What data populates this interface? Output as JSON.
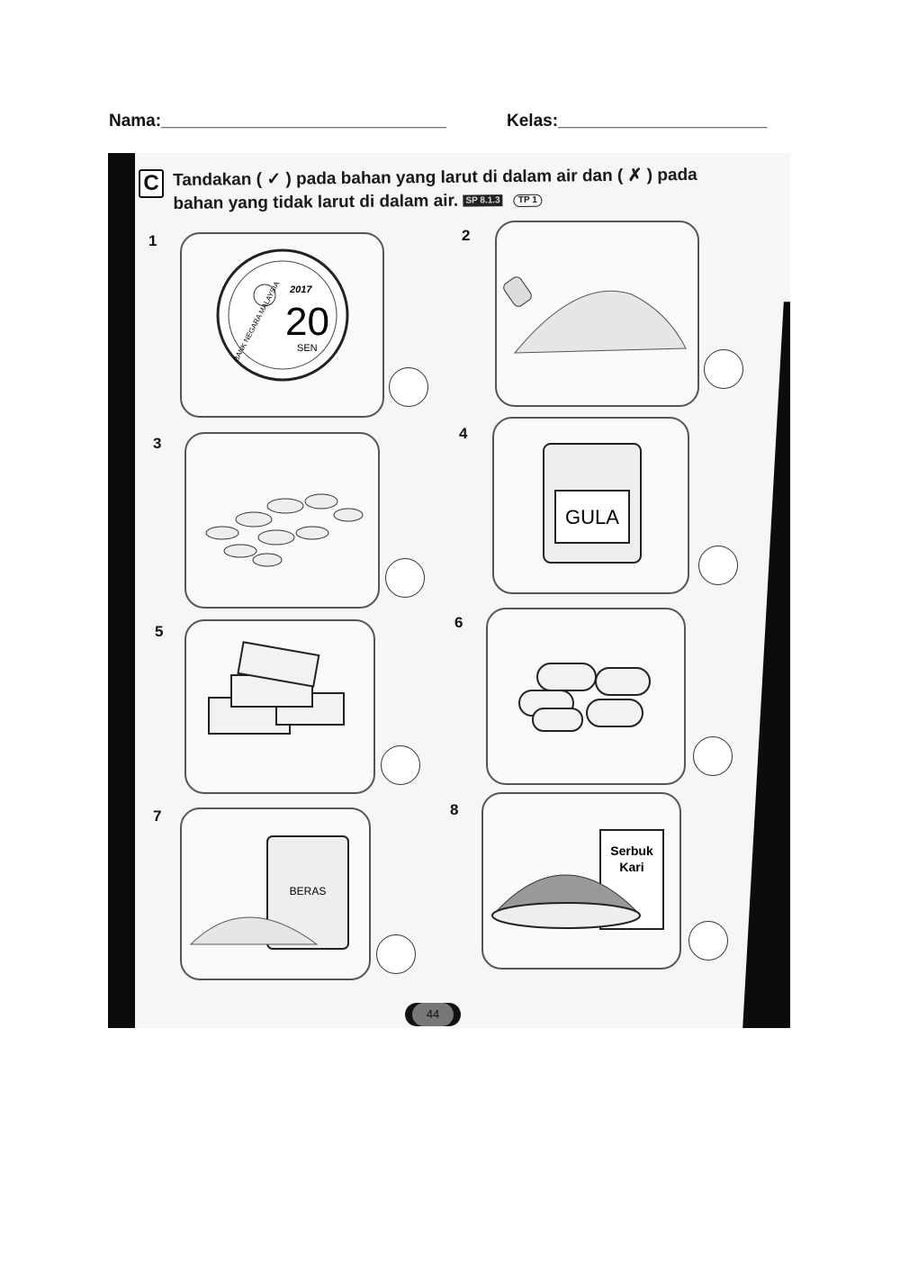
{
  "header": {
    "name_label": "Nama:______________________________",
    "class_label": "Kelas:______________________"
  },
  "section": {
    "letter": "C",
    "instruction_line1": "Tandakan ( ✓ ) pada bahan yang larut di dalam air dan ( ✗ ) pada",
    "instruction_line2": "bahan yang tidak larut di dalam air.",
    "sp_tag": "SP 8.1.3",
    "tp_tag": "TP 1"
  },
  "items": [
    {
      "number": "1",
      "image": "coin",
      "coin_year": "2017",
      "coin_value": "20",
      "coin_unit": "SEN",
      "coin_text": "BANK NEGARA MALAYSIA"
    },
    {
      "number": "2",
      "image": "salt-shaker-and-salt"
    },
    {
      "number": "3",
      "image": "leaves"
    },
    {
      "number": "4",
      "image": "sugar-bag",
      "bag_label": "GULA"
    },
    {
      "number": "5",
      "image": "sponge-blocks"
    },
    {
      "number": "6",
      "image": "beans"
    },
    {
      "number": "7",
      "image": "rice-bag",
      "bag_label": "BERAS"
    },
    {
      "number": "8",
      "image": "curry-powder",
      "box_label_1": "Serbuk",
      "box_label_2": "Kari"
    }
  ],
  "page_number": "44"
}
